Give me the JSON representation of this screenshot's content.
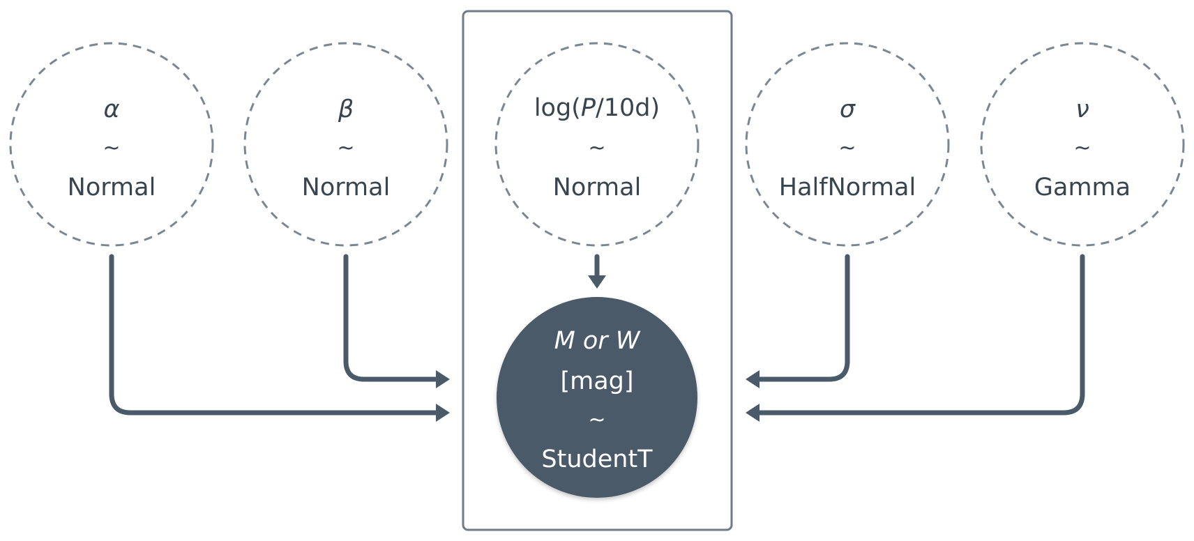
{
  "nodes": {
    "alpha": {
      "symbol": "α",
      "tilde": "~",
      "distribution": "Normal"
    },
    "beta": {
      "symbol": "β",
      "tilde": "~",
      "distribution": "Normal"
    },
    "logp": {
      "prefix": "log(",
      "italic": "P",
      "suffix": "/10d)",
      "tilde": "~",
      "distribution": "Normal"
    },
    "sigma": {
      "symbol": "σ",
      "tilde": "~",
      "distribution": "HalfNormal"
    },
    "nu": {
      "symbol": "ν",
      "tilde": "~",
      "distribution": "Gamma"
    },
    "magnitude": {
      "line1": "M or W",
      "line2": "[mag]",
      "tilde": "~",
      "distribution": "StudentT"
    }
  },
  "colors": {
    "node_fill": "#4b5a68",
    "edge": "#4b5a68",
    "dashed_border": "#7a8791",
    "plate_border": "#6e7b86",
    "text": "#38454f"
  }
}
